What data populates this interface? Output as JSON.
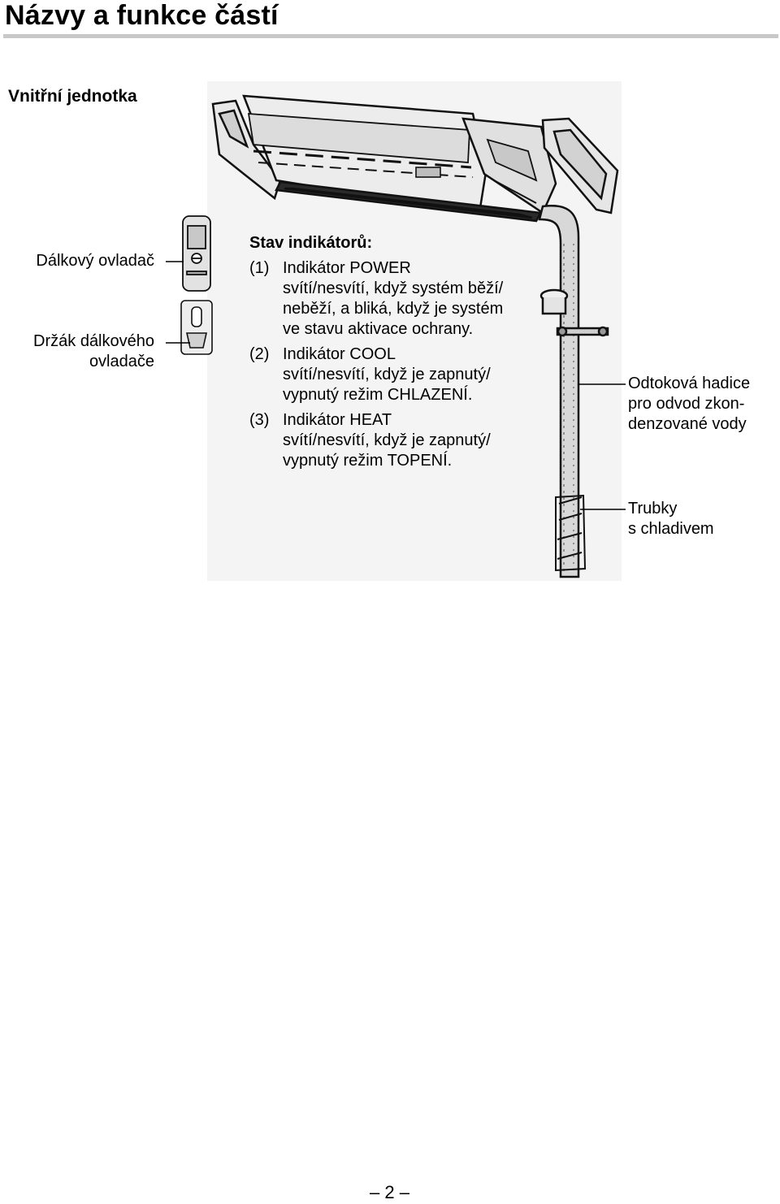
{
  "page": {
    "title": "Názvy a funkce částí",
    "section": "Vnitřní jednotka",
    "page_number": "– 2 –"
  },
  "labels": {
    "remote_line1": "Dálkový ovladač",
    "holder_line1": "Držák dálkového",
    "holder_line2": "ovladače",
    "drain_line1": "Odtoková hadice",
    "drain_line2": "pro odvod zkon-",
    "drain_line3": "denzované vody",
    "pipes_line1": "Trubky",
    "pipes_line2": "s chladivem"
  },
  "status": {
    "heading": "Stav indikátorů:",
    "items": [
      {
        "num": "(1)",
        "line1": "Indikátor POWER",
        "line2": "svítí/nesvítí, když systém běží/",
        "line3": "neběží, a bliká, když je systém",
        "line4": "ve stavu aktivace ochrany."
      },
      {
        "num": "(2)",
        "line1": "Indikátor COOL",
        "line2": "svítí/nesvítí, když je zapnutý/",
        "line3": "vypnutý režim CHLAZENÍ."
      },
      {
        "num": "(3)",
        "line1": "Indikátor HEAT",
        "line2": "svítí/nesvítí, když je zapnutý/",
        "line3": "vypnutý režim TOPENÍ."
      }
    ]
  }
}
